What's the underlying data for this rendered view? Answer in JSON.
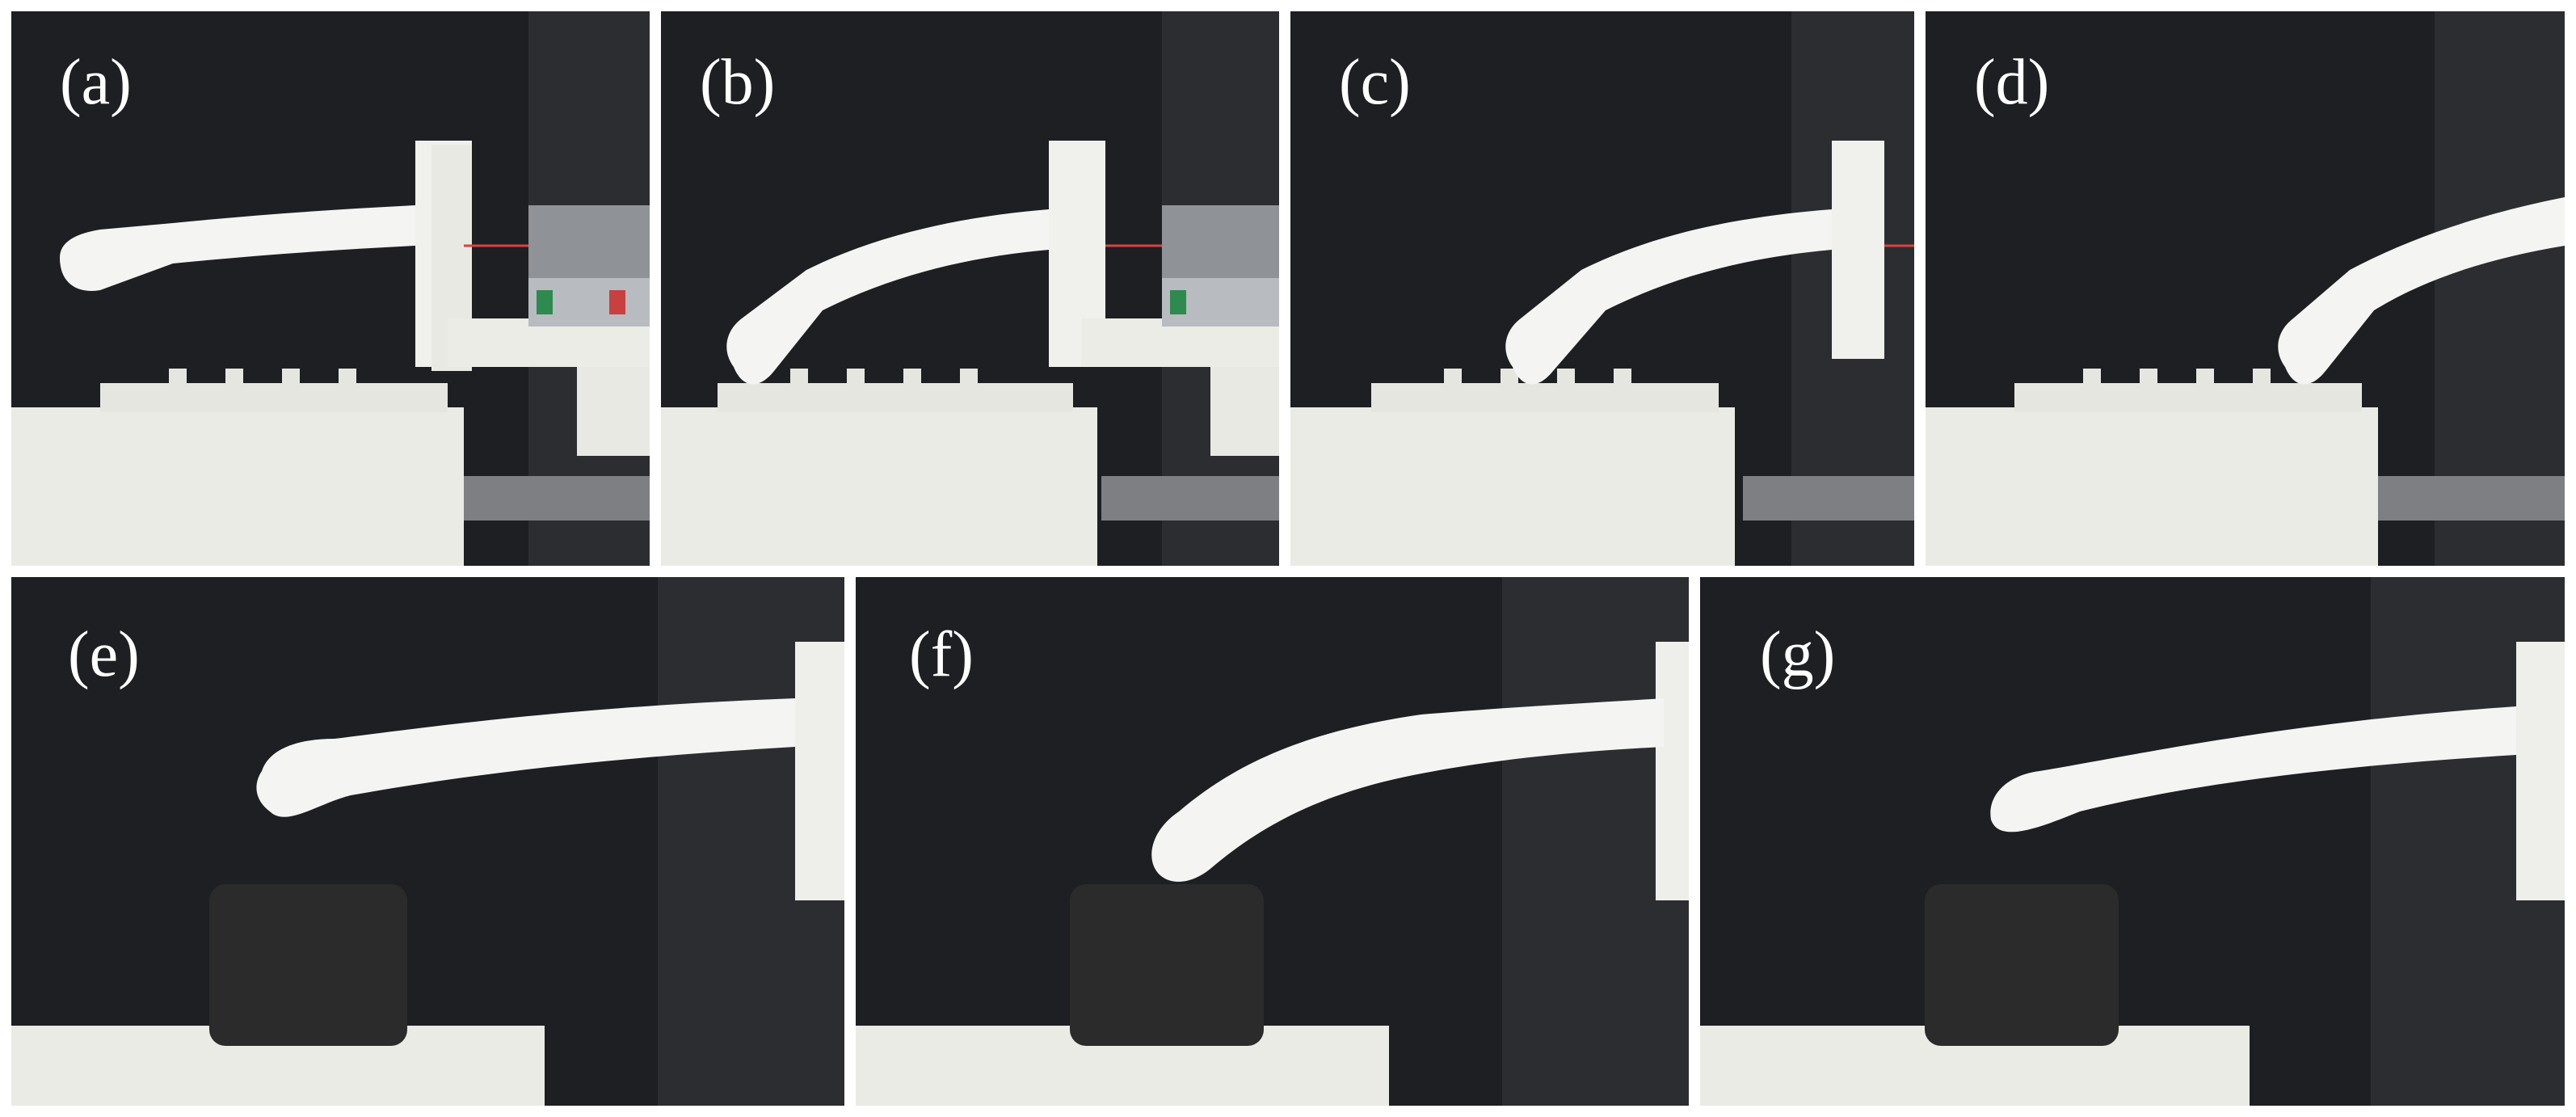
{
  "panels": [
    {
      "id": "a",
      "label": "(a)"
    },
    {
      "id": "b",
      "label": "(b)"
    },
    {
      "id": "c",
      "label": "(c)"
    },
    {
      "id": "d",
      "label": "(d)"
    },
    {
      "id": "e",
      "label": "(e)"
    },
    {
      "id": "f",
      "label": "(f)"
    },
    {
      "id": "g",
      "label": "(g)"
    }
  ],
  "colors": {
    "background": "#1e1f23",
    "finger": "#f4f4f2",
    "base": "#ebebe6",
    "foam": "#2b2b2b",
    "thread": "#d9443c"
  }
}
